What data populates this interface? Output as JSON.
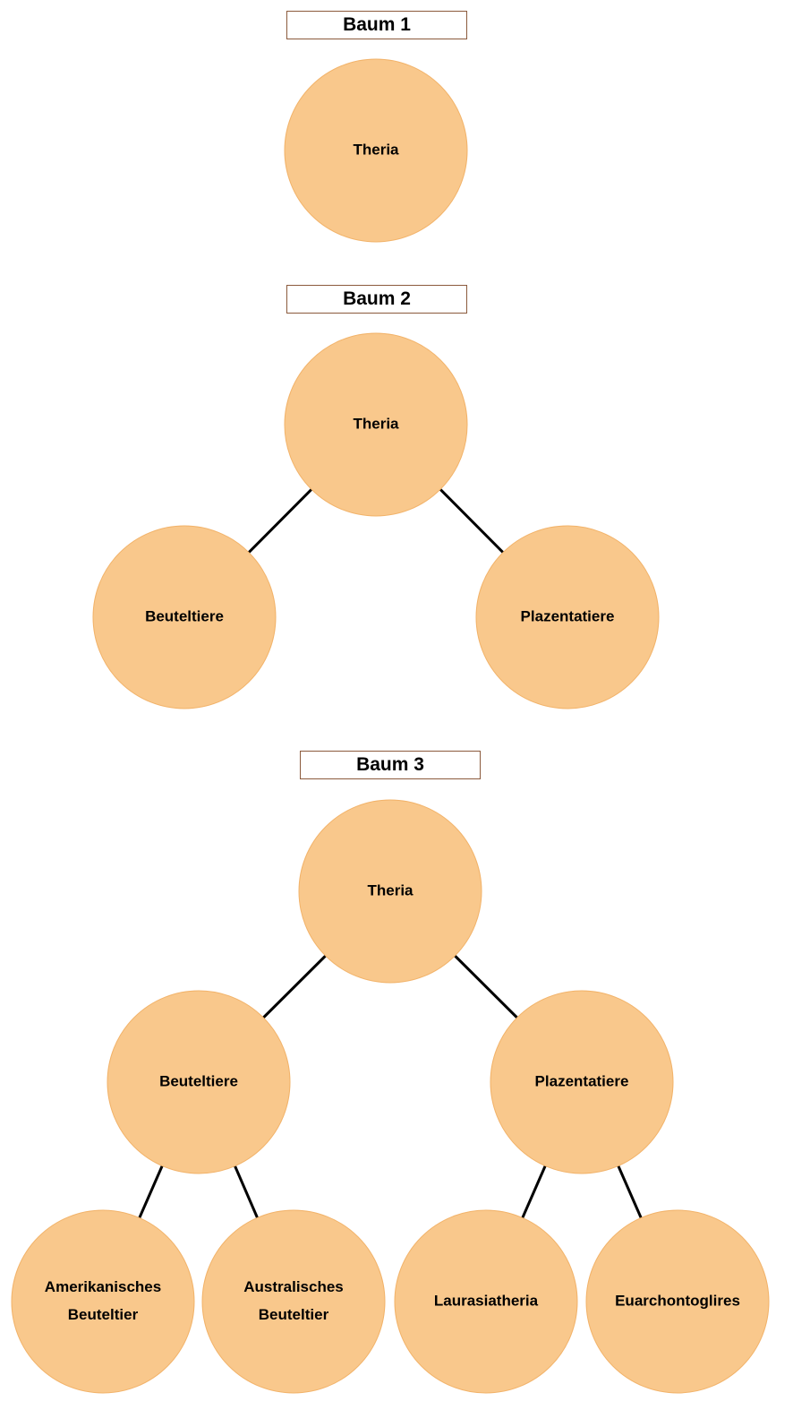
{
  "colors": {
    "node_fill": "#f9c88c",
    "node_stroke": "#f2b36a",
    "edge": "#000000",
    "title_border": "#8b5a3c"
  },
  "trees": [
    {
      "title": "Baum 1",
      "nodes": [
        {
          "id": "t1-theria",
          "label": [
            "Theria"
          ]
        }
      ],
      "edges": []
    },
    {
      "title": "Baum 2",
      "nodes": [
        {
          "id": "t2-theria",
          "label": [
            "Theria"
          ]
        },
        {
          "id": "t2-beuteltiere",
          "label": [
            "Beuteltiere"
          ]
        },
        {
          "id": "t2-plazentatiere",
          "label": [
            "Plazentatiere"
          ]
        }
      ],
      "edges": [
        [
          "t2-theria",
          "t2-beuteltiere"
        ],
        [
          "t2-theria",
          "t2-plazentatiere"
        ]
      ]
    },
    {
      "title": "Baum 3",
      "nodes": [
        {
          "id": "t3-theria",
          "label": [
            "Theria"
          ]
        },
        {
          "id": "t3-beuteltiere",
          "label": [
            "Beuteltiere"
          ]
        },
        {
          "id": "t3-plazentatiere",
          "label": [
            "Plazentatiere"
          ]
        },
        {
          "id": "t3-amerikanisch",
          "label": [
            "Amerikanisches",
            "Beuteltier"
          ]
        },
        {
          "id": "t3-australisch",
          "label": [
            "Australisches",
            "Beuteltier"
          ]
        },
        {
          "id": "t3-laurasiatheria",
          "label": [
            "Laurasiatheria"
          ]
        },
        {
          "id": "t3-euarchontoglires",
          "label": [
            "Euarchontoglires"
          ]
        }
      ],
      "edges": [
        [
          "t3-theria",
          "t3-beuteltiere"
        ],
        [
          "t3-theria",
          "t3-plazentatiere"
        ],
        [
          "t3-beuteltiere",
          "t3-amerikanisch"
        ],
        [
          "t3-beuteltiere",
          "t3-australisch"
        ],
        [
          "t3-plazentatiere",
          "t3-laurasiatheria"
        ],
        [
          "t3-plazentatiere",
          "t3-euarchontoglires"
        ]
      ]
    }
  ]
}
